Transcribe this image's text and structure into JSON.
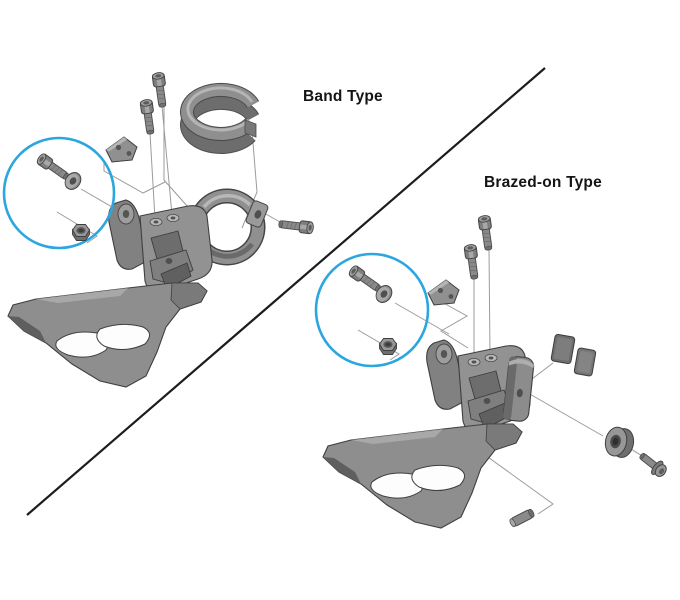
{
  "page": {
    "background": "#FFFFFF"
  },
  "labels": {
    "band_type": "Band Type",
    "brazed_on_type": "Brazed-on Type"
  },
  "colors": {
    "highlight_circle": "#2BA6DE",
    "divider": "#1C1C1C",
    "leader_line": "#9B9B9B",
    "part_gray": "#8F8F8F",
    "part_outline": "#3E3E3E",
    "label_text": "#141414"
  },
  "band_type_parts": [
    "fixing-bolt",
    "washer",
    "nut",
    "mounting-bolt-front",
    "mounting-bolt-rear",
    "band-adapter-ring",
    "cable-fixing-plate",
    "clamp-band",
    "clamp-bolt",
    "derailleur-body",
    "chain-guide-cage"
  ],
  "brazed_on_type_parts": [
    "fixing-bolt",
    "washer",
    "nut",
    "mounting-bolt-front",
    "mounting-bolt-rear",
    "cable-fixing-plate",
    "derailleur-body",
    "mounting-bracket",
    "backup-plate-1",
    "backup-plate-2",
    "bracket-nut",
    "bracket-fixing-bolt",
    "adjustment-pin",
    "chain-guide-cage"
  ]
}
